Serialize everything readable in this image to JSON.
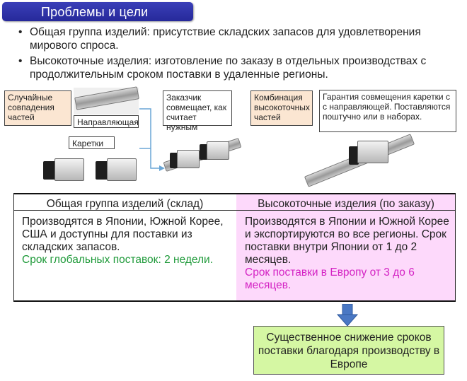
{
  "header": {
    "title": "Проблемы и цели"
  },
  "bullets": [
    "Общая группа изделий: присутствие складских запасов для удовлетворения мирового спроса.",
    "Высокоточные изделия: изготовление по заказу в отдельных производствах с продолжительным сроком поставки в удаленные регионы."
  ],
  "bullet_marker": "•",
  "labels": {
    "random_match": "Случайные совпадения частей",
    "rail": "Направляющая",
    "carriages": "Каретки",
    "customer_note": "Заказчик совмещает, как считает нужным",
    "precision_combo": "Комбинация высокоточных частей",
    "guarantee_note": "Гарантия совмещения каретки с с направляющей. Поставляются поштучно или в наборах."
  },
  "table": {
    "left_header": "Общая группа изделий (склад)",
    "right_header": "Высокоточные изделия (по заказу)",
    "left_body": "Производятся в Японии, Южной Корее, США и доступны для поставки из складских запасов.",
    "left_highlight": "Срок глобальных поставок: 2 недели.",
    "right_body": "Производятся в Японии и Южной Корее и экспортируются во все регионы. Срок поставки внутри Японии от 1 до 2 месяцев.",
    "right_highlight": "Срок поставки в Европу от 3 до 6 месяцев."
  },
  "result": {
    "text": "Существенное снижение сроков поставки благодаря производству в Европе"
  },
  "colors": {
    "banner": "#2a2fa6",
    "label_tan": "#fbe6d2",
    "right_column": "#fdd9fb",
    "green_text": "#1f9a3a",
    "magenta_text": "#d424c4",
    "result_box": "#d5f7a3",
    "arrow": "#4a78c4"
  }
}
